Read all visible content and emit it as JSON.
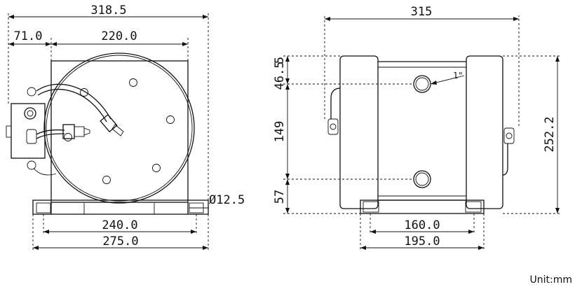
{
  "front_view": {
    "dims": {
      "overall_width": "318.5",
      "left_offset": "71.0",
      "body_width": "220.0",
      "base_inner": "240.0",
      "base_outer": "275.0",
      "hole": "Ø12.5"
    }
  },
  "side_view": {
    "dims": {
      "overall_width": "315",
      "top_gap": "5",
      "upper_port": "46.5",
      "port_spacing": "149",
      "lower_port": "57",
      "total_height": "252.2",
      "port_size": "1\"",
      "base_inner": "160.0",
      "base_outer": "195.0"
    }
  },
  "unit_label": "Unit:mm"
}
